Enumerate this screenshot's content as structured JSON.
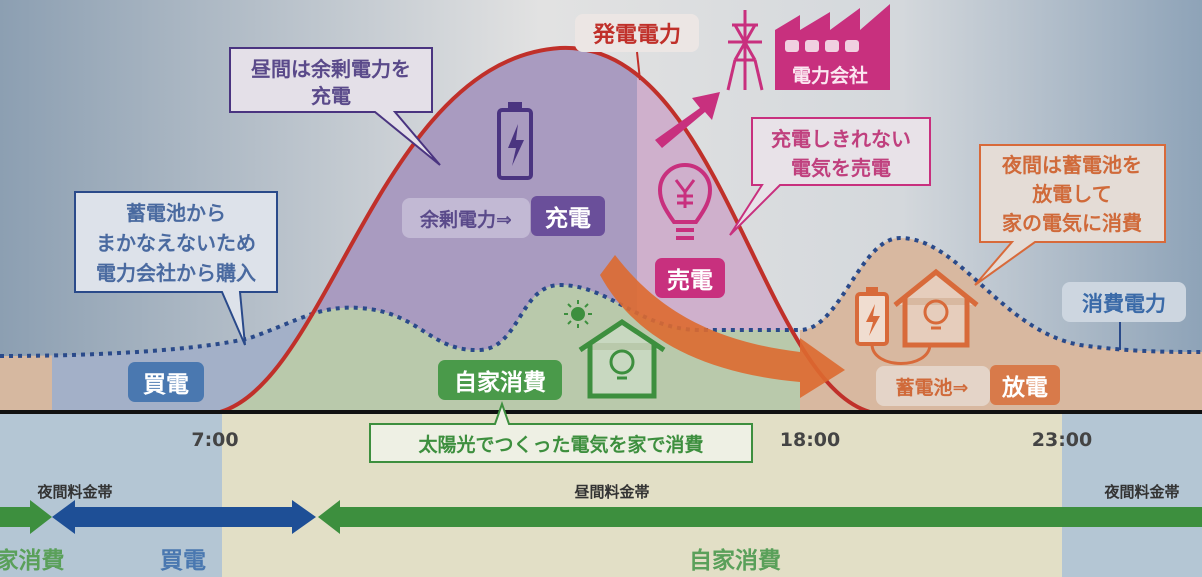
{
  "title_generation": "発電電力",
  "power_company": "電力会社",
  "callout_day_charge": [
    "昼間は余剰電力を",
    "充電"
  ],
  "surplus_label": "余剰電力⇒",
  "charge_badge": "充電",
  "callout_buy": [
    "蓄電池から",
    "まかなえないため",
    "電力会社から購入"
  ],
  "buy_badge": "買電",
  "sell_badge": "売電",
  "callout_sell": [
    "充電しきれない",
    "電気を売電"
  ],
  "callout_night": [
    "夜間は蓄電池を",
    "放電して",
    "家の電気に消費"
  ],
  "consumption_label": "消費電力",
  "self_consumption_badge": "自家消費",
  "battery_label": "蓄電池⇒",
  "discharge_badge": "放電",
  "solar_callout": "太陽光でつくった電気を家で消費",
  "times": [
    "7:00",
    "18:00",
    "23:00"
  ],
  "rate_bands": [
    "夜間料金帯",
    "昼間料金帯",
    "夜間料金帯"
  ],
  "timeline_labels": [
    "家消費",
    "買電",
    "自家消費"
  ],
  "colors": {
    "generation": "#c0302a",
    "charge": "#6a4f9a",
    "buy": "#3a6aa8",
    "sell": "#c8307e",
    "self": "#3d8f3e",
    "discharge": "#d86a3a"
  }
}
